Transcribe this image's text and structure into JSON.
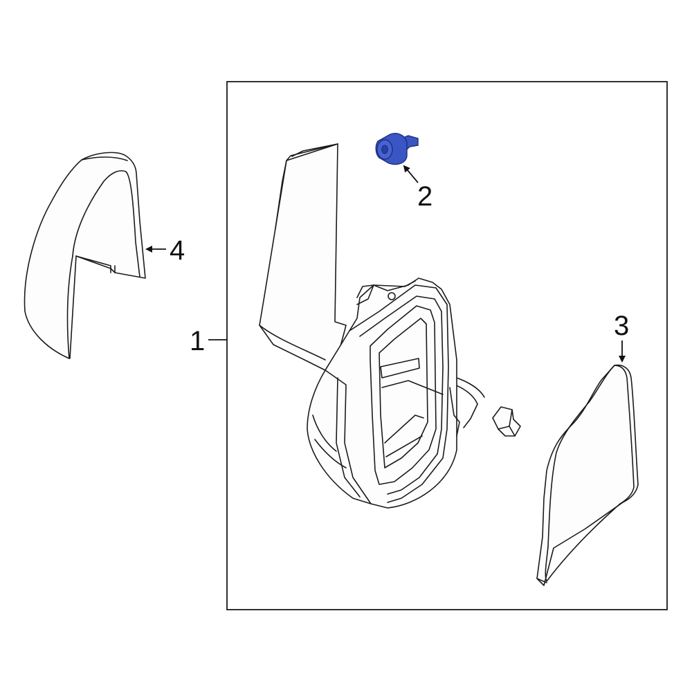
{
  "colors": {
    "background": "#ffffff",
    "line": "#1a1a1a",
    "highlight_part": "#3a55c4",
    "highlight_part_dark": "#1f2f7a"
  },
  "callouts": [
    {
      "number": "1",
      "part": "mirror-assembly"
    },
    {
      "number": "2",
      "part": "screw"
    },
    {
      "number": "3",
      "part": "mirror-glass"
    },
    {
      "number": "4",
      "part": "mirror-cover"
    }
  ]
}
